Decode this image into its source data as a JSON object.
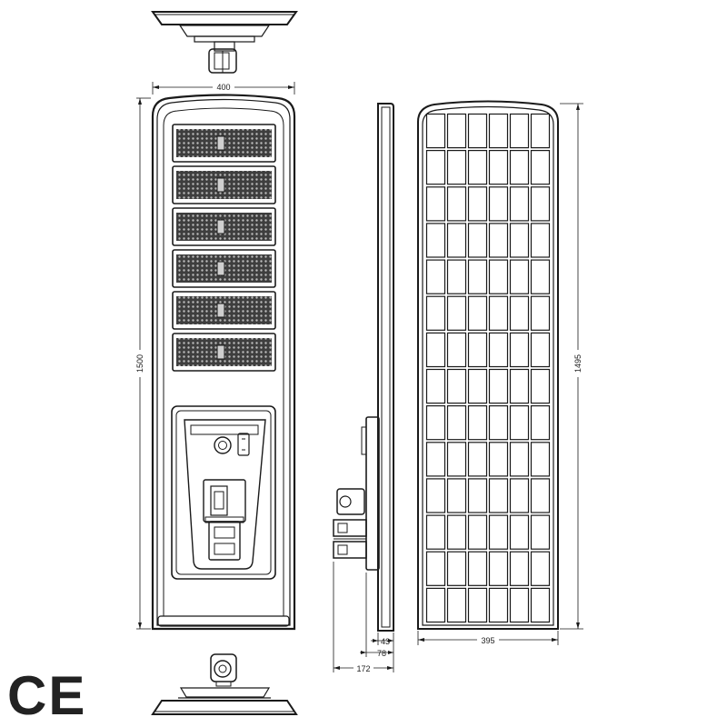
{
  "dimensions": {
    "front_width": "400",
    "front_height": "1500",
    "panel_height": "1495",
    "panel_width": "395",
    "side_43": "43",
    "side_78": "78",
    "side_172": "172"
  },
  "certification": {
    "mark": "CE"
  },
  "colors": {
    "stroke": "#1a1a1a",
    "led_fill": "#4a4a4a",
    "background": "#ffffff"
  }
}
